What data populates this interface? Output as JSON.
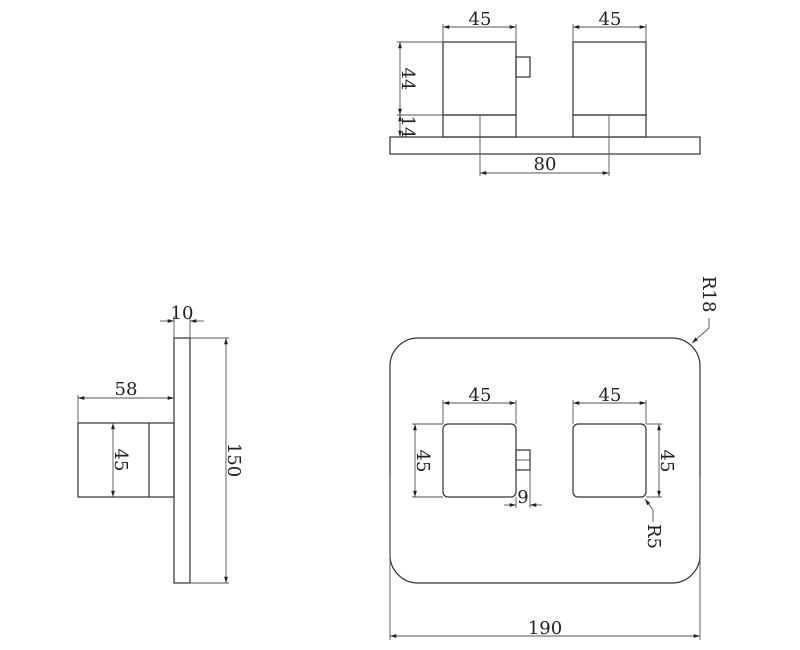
{
  "top_view": {
    "left_knob_width": "45",
    "right_knob_width": "45",
    "knob_height": "44",
    "stem_height": "14",
    "center_distance": "80"
  },
  "side_view": {
    "plate_thickness": "10",
    "projection": "58",
    "knob_height": "45",
    "plate_height": "150"
  },
  "front_view": {
    "left_knob_width": "45",
    "right_knob_width": "45",
    "left_knob_height": "45",
    "right_knob_height": "45",
    "step_width": "9",
    "knob_radius": "R5",
    "plate_radius": "R18",
    "plate_width": "190"
  },
  "colors": {
    "line": "#333333",
    "background": "#ffffff"
  }
}
